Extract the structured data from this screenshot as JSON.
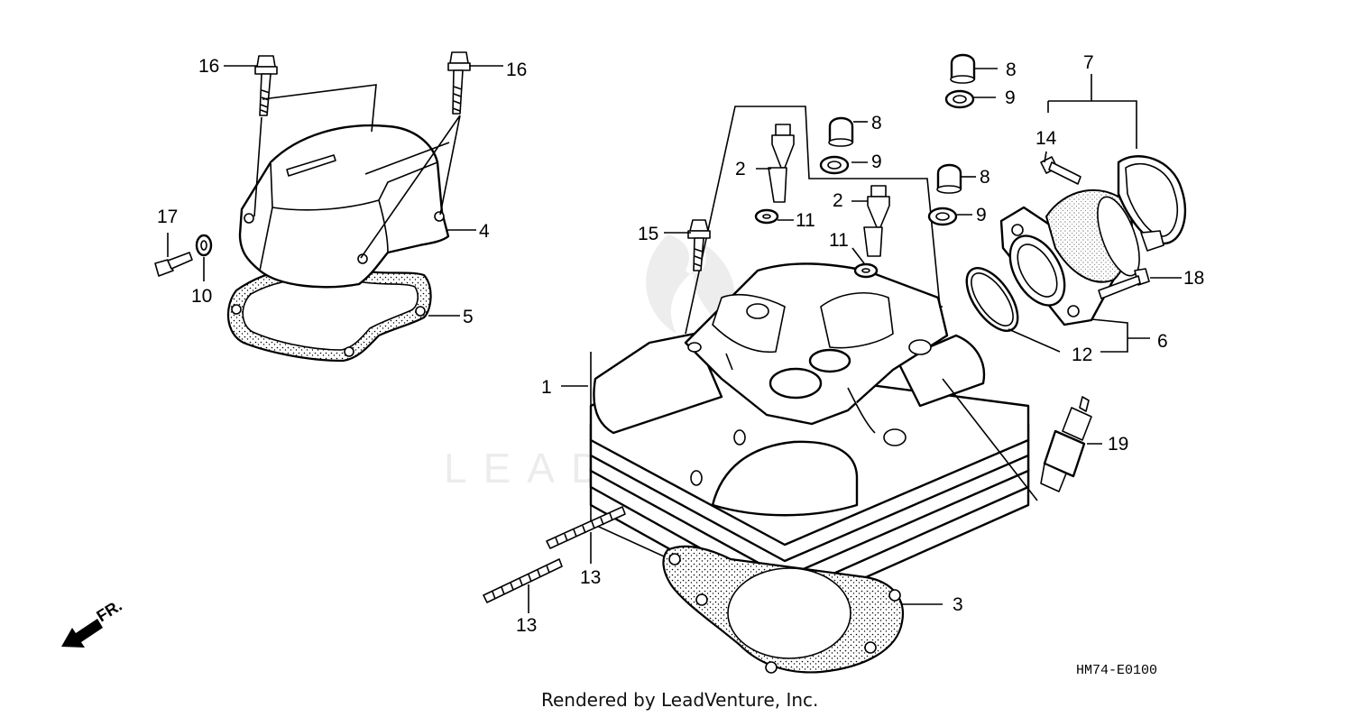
{
  "diagram": {
    "callouts": {
      "p1": "1",
      "p2a": "2",
      "p2b": "2",
      "p3": "3",
      "p4": "4",
      "p5": "5",
      "p6": "6",
      "p7": "7",
      "p8a": "8",
      "p8b": "8",
      "p8c": "8",
      "p9a": "9",
      "p9b": "9",
      "p9c": "9",
      "p10": "10",
      "p11a": "11",
      "p11b": "11",
      "p12": "12",
      "p13a": "13",
      "p13b": "13",
      "p14": "14",
      "p15": "15",
      "p16a": "16",
      "p16b": "16",
      "p17": "17",
      "p18": "18",
      "p19": "19"
    },
    "front_indicator": "FR.",
    "diagram_code": "HM74-E0100",
    "watermark": "LEADVENTURE",
    "credit": "Rendered by LeadVenture, Inc."
  }
}
